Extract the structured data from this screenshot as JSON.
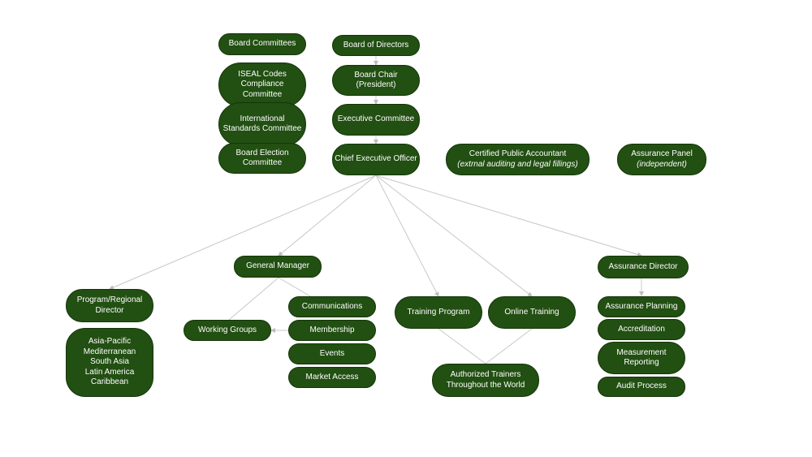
{
  "colors": {
    "node_fill": "#224f12",
    "node_text": "#ffffff",
    "connector": "#c8c8c8",
    "background": "#ffffff"
  },
  "nodes": {
    "board_committees": [
      "Board Committees"
    ],
    "iseal": [
      "ISEAL Codes",
      "Compliance",
      "Committee"
    ],
    "intl_standards": [
      "International",
      "Standards Committee"
    ],
    "board_election": [
      "Board Election",
      "Committee"
    ],
    "board_directors": [
      "Board of Directors"
    ],
    "board_chair": [
      "Board Chair",
      "(President)"
    ],
    "executive_committee": [
      "Executive Committee"
    ],
    "ceo": [
      "Chief Executive Officer"
    ],
    "cpa": [
      "Certified Public Accountant",
      "(extrnal auditing and legal fillings)"
    ],
    "assurance_panel": [
      "Assurance Panel",
      "(independent)"
    ],
    "general_manager": [
      "General Manager"
    ],
    "assurance_director": [
      "Assurance Director"
    ],
    "program_director": [
      "Program/Regional",
      "Director"
    ],
    "regions": [
      "Asia-Pacific",
      "Mediterranean",
      "South Asia",
      "Latin America",
      "Caribbean"
    ],
    "working_groups": [
      "Working Groups"
    ],
    "communications": [
      "Communications"
    ],
    "membership": [
      "Membership"
    ],
    "events": [
      "Events"
    ],
    "market_access": [
      "Market Access"
    ],
    "training_program": [
      "Training Program"
    ],
    "online_training": [
      "Online Training"
    ],
    "authorized_trainers": [
      "Authorized Trainers",
      "Throughout the World"
    ],
    "assurance_planning": [
      "Assurance Planning"
    ],
    "accreditation": [
      "Accreditation"
    ],
    "measurement_reporting": [
      "Measurement",
      "Reporting"
    ],
    "audit_process": [
      "Audit Process"
    ]
  }
}
